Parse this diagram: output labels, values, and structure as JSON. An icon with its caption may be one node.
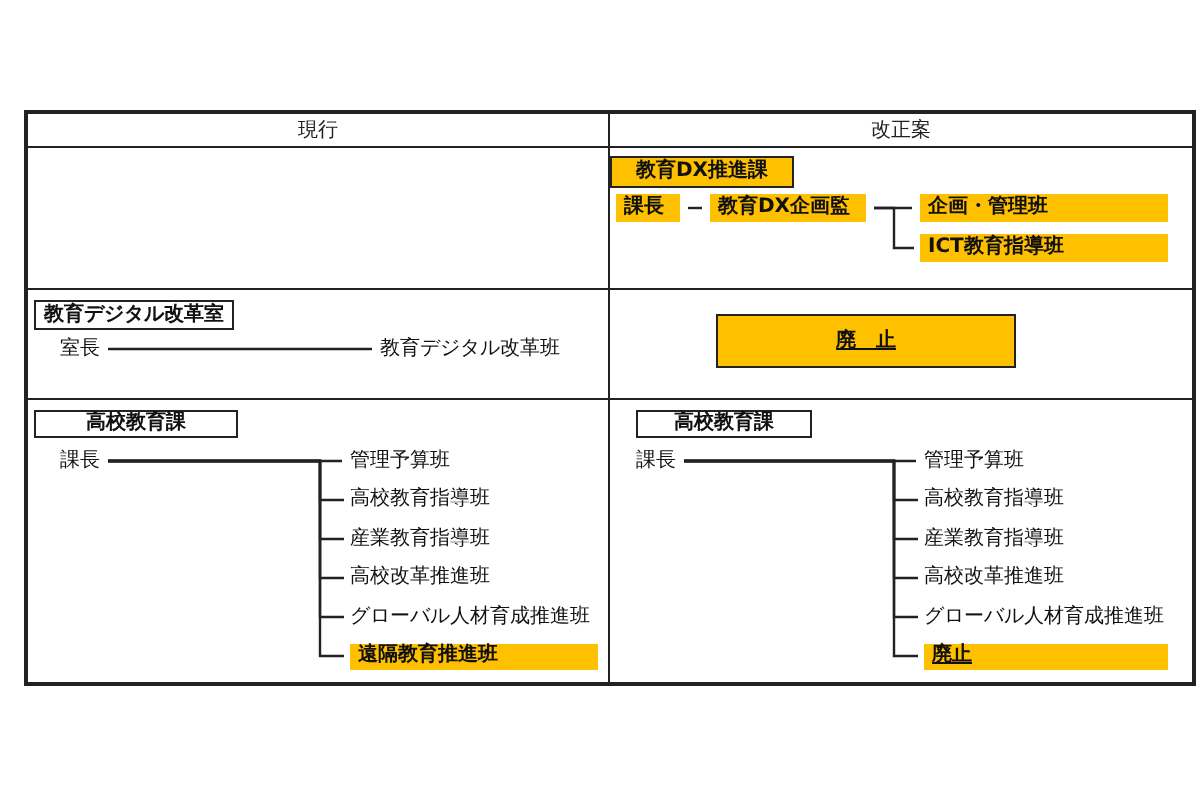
{
  "diagram": {
    "nodes": [
      {
        "text": [
          "教育DX推進課"
        ]
      },
      {
        "text": [
          "課長"
        ]
      },
      {
        "text": [
          "教育DX企画監"
        ]
      },
      {
        "text": [
          "企画・管理班"
        ]
      },
      {
        "text": [
          "ICT教育指導班"
        ]
      },
      {
        "text": [
          "教育デジタル改革室"
        ]
      },
      {
        "text": [
          "室長"
        ]
      },
      {
        "text": [
          "教育デジタル改革班"
        ]
      },
      {
        "text": [
          "廃　止"
        ]
      },
      {
        "text": [
          "高校教育課"
        ]
      },
      {
        "text": [
          "課長"
        ]
      },
      {
        "text": [
          "管理予算班"
        ]
      },
      {
        "text": [
          "高校教育指導班"
        ]
      },
      {
        "text": [
          "産業教育指導班"
        ]
      },
      {
        "text": [
          "高校改革推進班"
        ]
      },
      {
        "text": [
          "グローバル人材育成推進班"
        ]
      },
      {
        "text": [
          "遠隔教育推進班"
        ]
      },
      {
        "text": [
          "高校教育課"
        ]
      },
      {
        "text": [
          "課長"
        ]
      },
      {
        "text": [
          "管理予算班"
        ]
      },
      {
        "text": [
          "高校教育指導班"
        ]
      },
      {
        "text": [
          "産業教育指導班"
        ]
      },
      {
        "text": [
          "高校改革推進班"
        ]
      },
      {
        "text": [
          "グローバル人材育成推進班"
        ]
      },
      {
        "text": [
          "廃止"
        ]
      }
    ],
    "edges": [
      {
        "from": 1,
        "to": 2,
        "arrow": "none"
      },
      {
        "from": 2,
        "to": 3,
        "arrow": "none"
      },
      {
        "from": 2,
        "to": 4,
        "arrow": "none"
      },
      {
        "from": 6,
        "to": 7,
        "arrow": "none"
      },
      {
        "from": 10,
        "to": 11,
        "arrow": "none"
      },
      {
        "from": 10,
        "to": 12,
        "arrow": "none"
      },
      {
        "from": 10,
        "to": 13,
        "arrow": "none"
      },
      {
        "from": 10,
        "to": 14,
        "arrow": "none"
      },
      {
        "from": 10,
        "to": 15,
        "arrow": "none"
      },
      {
        "from": 10,
        "to": 16,
        "arrow": "none"
      },
      {
        "from": 18,
        "to": 19,
        "arrow": "none"
      },
      {
        "from": 18,
        "to": 20,
        "arrow": "none"
      },
      {
        "from": 18,
        "to": 21,
        "arrow": "none"
      },
      {
        "from": 18,
        "to": 22,
        "arrow": "none"
      },
      {
        "from": 18,
        "to": 23,
        "arrow": "none"
      },
      {
        "from": 18,
        "to": 24,
        "arrow": "none"
      }
    ],
    "labels": [
      "現行",
      "改正案"
    ]
  }
}
